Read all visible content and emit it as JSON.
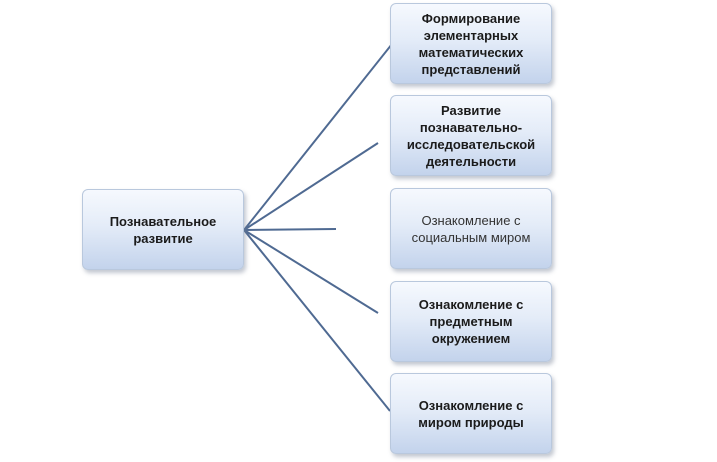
{
  "central": {
    "label": "Познавательное развитие"
  },
  "branches": [
    {
      "label": "Формирование элементарных математических представлений",
      "bold": true
    },
    {
      "label": "Развитие познавательно-исследовательской деятельности",
      "bold": true
    },
    {
      "label": "Ознакомление с социальным миром",
      "bold": false
    },
    {
      "label": "Ознакомление с предметным окружением",
      "bold": true
    },
    {
      "label": "Ознакомление с миром природы",
      "bold": true
    }
  ],
  "colors": {
    "connector": "#4f6a92",
    "box_border": "#b9c8dd"
  }
}
